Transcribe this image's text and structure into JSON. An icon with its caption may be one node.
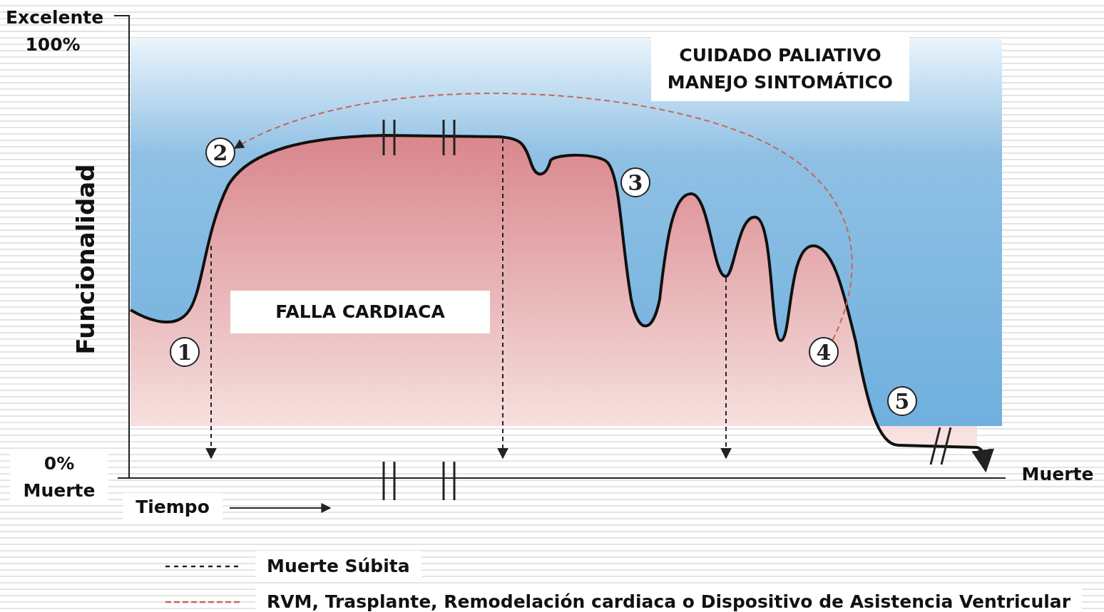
{
  "diagram": {
    "nodes": [
      {
        "text": [
          "CUIDADO PALIATIVO MANEJO SINTOMÁTICO"
        ]
      },
      {
        "text": [
          "FALLA CARDIACA"
        ]
      },
      {
        "text": [
          "1"
        ]
      },
      {
        "text": [
          "2"
        ]
      },
      {
        "text": [
          "3"
        ]
      },
      {
        "text": [
          "4"
        ]
      },
      {
        "text": [
          "5"
        ]
      }
    ],
    "edges": [
      {
        "from": 5,
        "to": 3,
        "arrow": "to",
        "style": "dashed",
        "color": "#c8645a"
      }
    ],
    "labels": [
      "Excelente 100%",
      "Funcionalidad",
      "0% Muerte",
      "Muerte",
      "Tiempo"
    ],
    "legend": [
      {
        "text": "Muerte Súbita"
      },
      {
        "text": "RVM, Trasplante, Remodelación cardiaca o Dispositivo de Asistencia Ventricular"
      }
    ]
  }
}
